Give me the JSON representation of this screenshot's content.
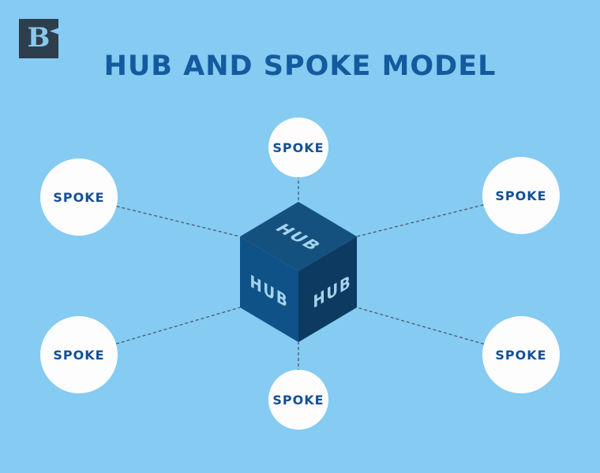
{
  "background_color": "#85cbf2",
  "logo": {
    "letter": "B",
    "square_color": "#2d3e4d",
    "letter_color": "#8ac7ec"
  },
  "title": {
    "text": "HUB AND SPOKE MODEL",
    "color": "#145a9e"
  },
  "hub": {
    "label": "HUB",
    "label_color": "#a6d3ef",
    "face_colors": {
      "top": "#14517f",
      "left": "#0f5288",
      "right": "#0d3a61"
    }
  },
  "connectors": {
    "color": "#4d5a64",
    "style": "dashed",
    "count": 6
  },
  "spokes": {
    "circle_color": "#fdfdfd",
    "label_color": "#124f98",
    "items": [
      {
        "id": "top",
        "label": "SPOKE"
      },
      {
        "id": "top-left",
        "label": "SPOKE"
      },
      {
        "id": "top-right",
        "label": "SPOKE"
      },
      {
        "id": "bottom-left",
        "label": "SPOKE"
      },
      {
        "id": "bottom-right",
        "label": "SPOKE"
      },
      {
        "id": "bottom",
        "label": "SPOKE"
      }
    ]
  }
}
